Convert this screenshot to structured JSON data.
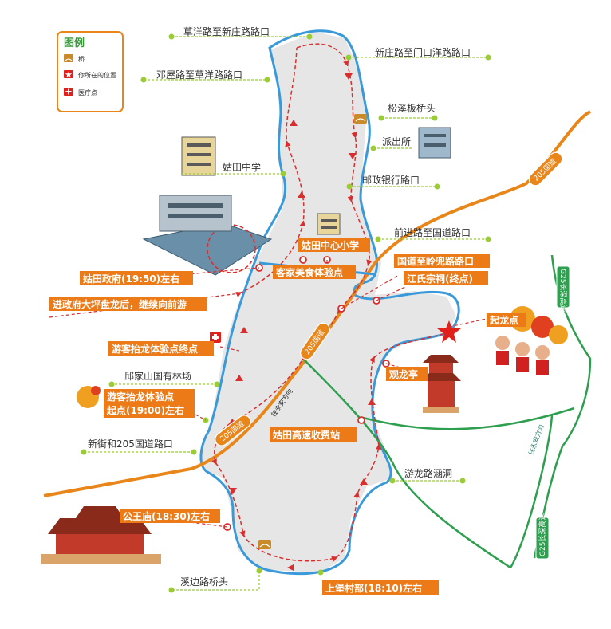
{
  "legend": {
    "title": "图例",
    "items": [
      {
        "icon": "bridge-icon",
        "label": "桥"
      },
      {
        "icon": "star-icon",
        "label": "你所在的位置"
      },
      {
        "icon": "medical-cross-icon",
        "label": "医疗点"
      }
    ]
  },
  "labels": {
    "caoyang": "草洋路至新庄路路口",
    "dengwu": "邓屋路至草洋路路口",
    "xinzhuang": "新庄路至门口洋路路口",
    "songxi": "松溪板桥头",
    "paichusuo": "派出所",
    "gutian_school": "姑田中学",
    "youzheng": "邮政银行路口",
    "qianjin": "前进路至国道路口",
    "qiujia": "邱家山国有林场",
    "xinjie": "新街和205国道路口",
    "youlong_culvert": "游龙路涵洞",
    "xibian": "溪边路桥头"
  },
  "tags": {
    "central_school": "姑田中心小学",
    "kejia_food": "客家美食体验点",
    "govt": "姑田政府(19:50)左右",
    "govt_note": "进政府大坪盘龙后，继续向前游",
    "guodao_linglu": "国道至岭兜路路口",
    "jiangshi": "江氏宗祠(终点)",
    "qilong": "起龙点",
    "guanlong": "观龙亭",
    "end_point": "游客抬龙体验点终点",
    "start_point_1": "游客抬龙体验点",
    "start_point_2": "起点(19:00)左右",
    "toll_station": "姑田高速收费站",
    "gongwang": "公王庙(18:30)左右",
    "shangbao": "上堡村部(18:10)左右"
  },
  "roads": {
    "national_205": "205国道",
    "national_205_b": "205国道",
    "national_205_c": "205国道",
    "direction_yongan": "往永安方向",
    "direction_yongan_b": "往永安方向",
    "g25_top": "G25长深高速",
    "g25_bottom": "G25长深高速"
  },
  "colors": {
    "river": "#3a9ad9",
    "route": "#d92e2e",
    "national_road": "#e8861a",
    "expressway": "#2e9e4f",
    "tag_orange": "#ec7a16",
    "leader_green": "#9bcc33",
    "land": "#e6e6e6"
  }
}
